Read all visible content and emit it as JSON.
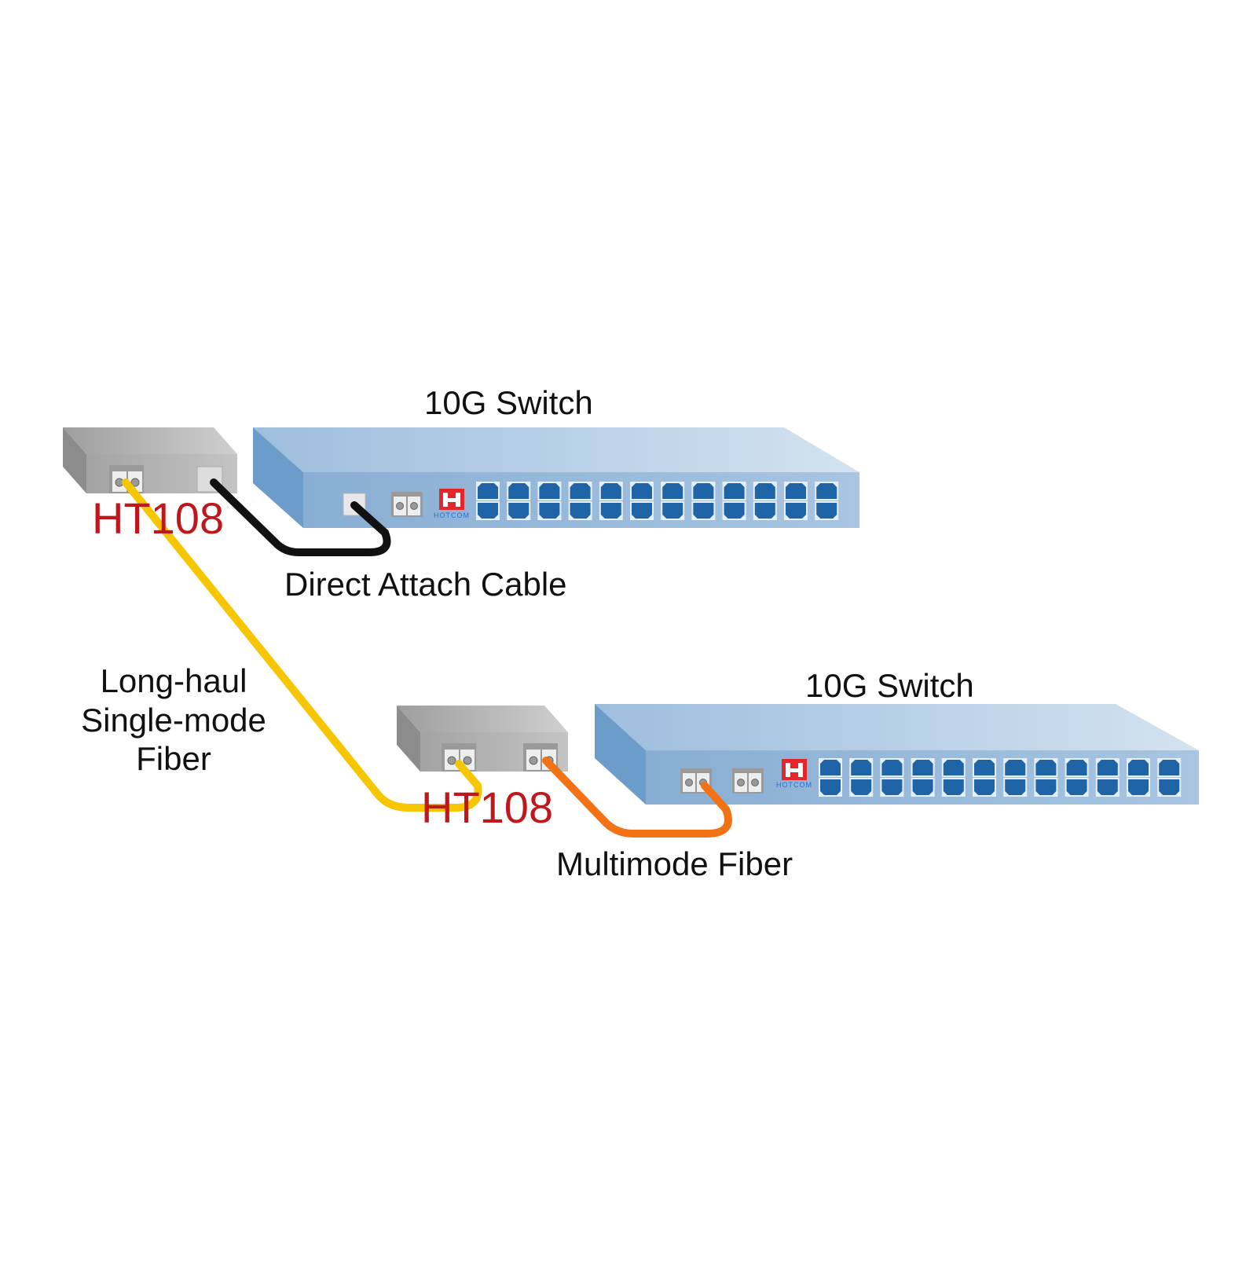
{
  "diagram": {
    "colors": {
      "background": "#ffffff",
      "switch_top": "#c2d6e8",
      "switch_front": "#8fb3d6",
      "switch_side": "#6a9ac8",
      "port_blue": "#1e64a6",
      "converter_top": "#b8b8b8",
      "converter_front": "#a9a9a9",
      "converter_side": "#8a8a8a",
      "device_label": "#c0171d",
      "cable_dac": "#111111",
      "cable_singlemode": "#f7c600",
      "cable_multimode": "#f47216",
      "logo_red": "#e3262a",
      "logo_text_blue": "#2a6bd8"
    },
    "switches": [
      {
        "id": "switch-top",
        "title": "10G Switch",
        "rj45_ports": 24,
        "sfp_ports": [
          "copper-sfp",
          "fiber-lc"
        ],
        "logo": "HOTCOM"
      },
      {
        "id": "switch-bottom",
        "title": "10G Switch",
        "rj45_ports": 24,
        "sfp_ports": [
          "fiber-lc",
          "fiber-lc"
        ],
        "logo": "HOTCOM"
      }
    ],
    "converters": [
      {
        "id": "converter-top",
        "label": "HT108",
        "ports": [
          "fiber-lc",
          "copper-sfp"
        ]
      },
      {
        "id": "converter-bottom",
        "label": "HT108",
        "ports": [
          "fiber-lc",
          "fiber-lc"
        ]
      }
    ],
    "cables": [
      {
        "id": "dac",
        "label": "Direct Attach Cable",
        "from": "converter-top",
        "to": "switch-top"
      },
      {
        "id": "singlemode",
        "label": "Long-haul\nSingle-mode\nFiber",
        "from": "converter-top",
        "to": "converter-bottom"
      },
      {
        "id": "multimode",
        "label": "Multimode Fiber",
        "from": "converter-bottom",
        "to": "switch-bottom"
      }
    ]
  }
}
